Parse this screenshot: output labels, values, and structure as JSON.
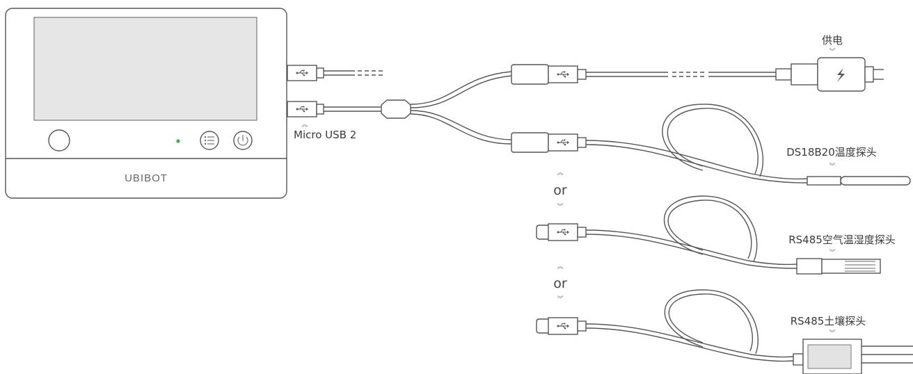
{
  "device": {
    "brand": "UBIBOT",
    "port_label": "Micro USB 2"
  },
  "targets": {
    "power": "供电",
    "temp_probe": "DS18B20温度探头",
    "air_probe": "RS485空气温湿度探头",
    "soil_probe": "RS485土壤探头"
  },
  "separators": [
    "or",
    "or"
  ],
  "icons": {
    "usb": "usb-icon",
    "lightning": "lightning-icon",
    "menu": "menu-icon",
    "power": "power-icon"
  },
  "colors": {
    "outline": "#555555",
    "screen": "#e6e6e6",
    "status_led": "#3cb043"
  }
}
